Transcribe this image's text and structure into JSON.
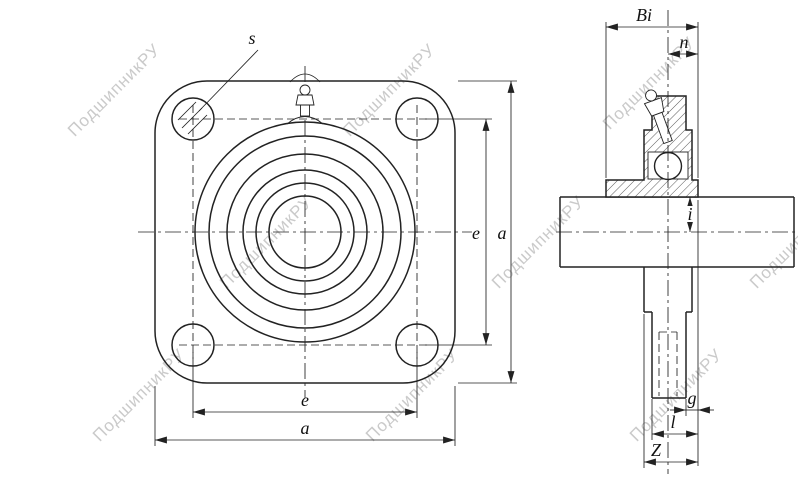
{
  "watermark": {
    "text": "ПодшипникРУ"
  },
  "front_view": {
    "hole_diameter_label": "s",
    "hole_spacing_vertical_label": "e",
    "flange_height_label": "a",
    "hole_spacing_horizontal_label": "e",
    "flange_width_label": "a"
  },
  "side_view": {
    "bearing_width_label": "Bi",
    "inner_ring_extension_label": "n",
    "center_height_label": "i",
    "hub_projection_label": "g",
    "flange_thickness_label": "l",
    "total_width_label": "Z"
  },
  "colors": {
    "line": "#222222",
    "watermark": "#cacaca",
    "background": "#ffffff"
  }
}
